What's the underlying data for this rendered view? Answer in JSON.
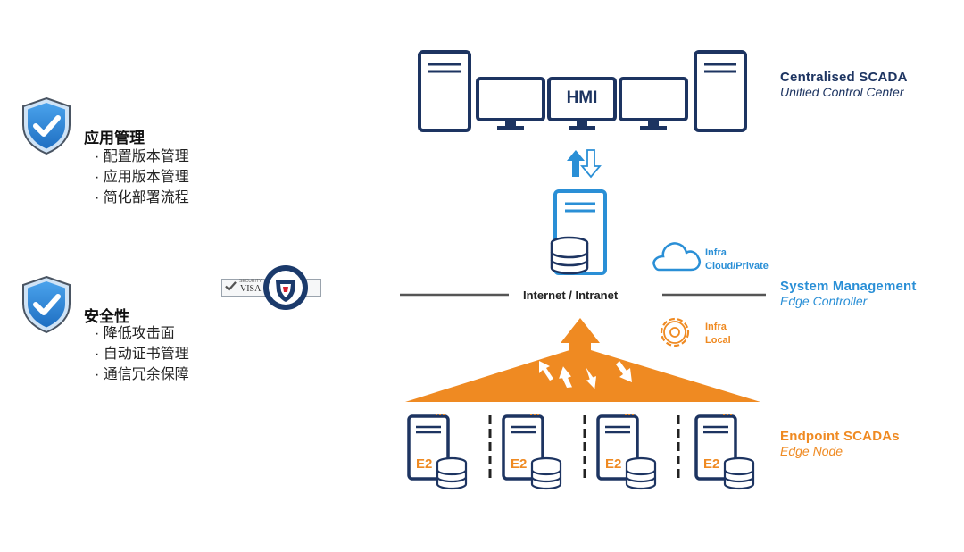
{
  "features": [
    {
      "title": "应用管理",
      "icon": "shield-check-icon",
      "items": [
        "配置版本管理",
        "应用版本管理",
        "简化部署流程"
      ]
    },
    {
      "title": "安全性",
      "icon": "shield-check-icon",
      "items": [
        "降低攻击面",
        "自动证书管理",
        "通信冗余保障"
      ]
    }
  ],
  "badge": {
    "text": "VISA",
    "small_text": "SECURITY"
  },
  "diagram": {
    "hmi_label": "HMI",
    "centralised": {
      "title": "Centralised SCADA",
      "subtitle": "Unified Control Center"
    },
    "network_label": "Internet / Intranet",
    "cloud": {
      "line1": "Infra",
      "line2": "Cloud/Private"
    },
    "local": {
      "line1": "Infra",
      "line2": "Local"
    },
    "system": {
      "title": "System Management",
      "subtitle": "Edge Controller"
    },
    "endpoint": {
      "title": "Endpoint SCADAs",
      "subtitle": "Edge Node"
    },
    "node_label": "E2",
    "node_count": 4
  },
  "colors": {
    "navy": "#1d3461",
    "blue": "#2a8fd6",
    "orange": "#ef8a22",
    "shield": "#2e7fd0"
  }
}
